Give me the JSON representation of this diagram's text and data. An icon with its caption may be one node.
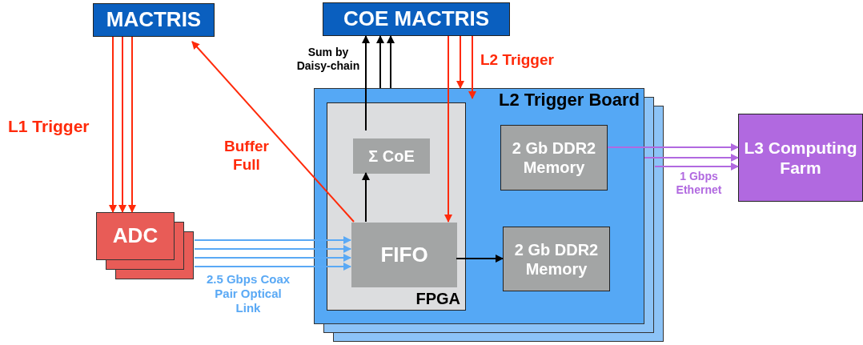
{
  "diagram": {
    "nodes": [
      {
        "text": [
          "MACTRIS"
        ]
      },
      {
        "text": [
          "COE MACTRIS"
        ]
      },
      {
        "text": [
          "ADC"
        ]
      },
      {
        "text": [
          "L2 Trigger Board"
        ]
      },
      {
        "text": [
          "FPGA"
        ],
        "in": 3
      },
      {
        "text": [
          "Σ CoE"
        ],
        "in": 4
      },
      {
        "text": [
          "FIFO"
        ],
        "in": 4
      },
      {
        "text": [
          "2 Gb DDR2 Memory"
        ],
        "in": 3
      },
      {
        "text": [
          "2 Gb DDR2 Memory"
        ],
        "in": 3
      },
      {
        "text": [
          "L3 Computing Farm"
        ]
      }
    ],
    "edges": [
      {
        "from": 0,
        "to": 2,
        "arrow": "to"
      },
      {
        "from": 0,
        "to": 2,
        "arrow": "to",
        "label": "L1 Trigger"
      },
      {
        "from": 0,
        "to": 2,
        "arrow": "to"
      },
      {
        "from": 6,
        "to": 0,
        "arrow": "to",
        "label": "Buffer Full"
      },
      {
        "from": 2,
        "to": 6,
        "arrow": "to",
        "color": "#5aa9f5"
      },
      {
        "from": 2,
        "to": 6,
        "arrow": "to",
        "color": "#5aa9f5"
      },
      {
        "from": 2,
        "to": 6,
        "arrow": "to",
        "color": "#5aa9f5"
      },
      {
        "from": 2,
        "to": 6,
        "arrow": "to",
        "color": "#5aa9f5",
        "label": "2.5 Gbps Coax Pair Optical Link"
      },
      {
        "from": 6,
        "to": 5,
        "arrow": "to",
        "color": "#000000"
      },
      {
        "from": 5,
        "to": 1,
        "arrow": "to",
        "color": "#000000",
        "label": "Sum by Daisy-chain"
      },
      {
        "from": 3,
        "to": 1,
        "arrow": "to",
        "color": "#000000"
      },
      {
        "from": 3,
        "to": 1,
        "arrow": "to",
        "color": "#000000"
      },
      {
        "from": 1,
        "to": 6,
        "arrow": "to"
      },
      {
        "from": 1,
        "to": 3,
        "arrow": "to"
      },
      {
        "from": 1,
        "to": 3,
        "arrow": "to",
        "label": "L2 Trigger"
      },
      {
        "from": 7,
        "to": 9,
        "arrow": "to",
        "color": "#b169e0"
      },
      {
        "from": 3,
        "to": 9,
        "arrow": "to",
        "color": "#b169e0"
      },
      {
        "from": 3,
        "to": 9,
        "arrow": "to",
        "color": "#b169e0",
        "label": "1 Gbps Ethernet"
      },
      {
        "from": 6,
        "to": 8,
        "arrow": "to",
        "color": "#000000"
      }
    ]
  }
}
